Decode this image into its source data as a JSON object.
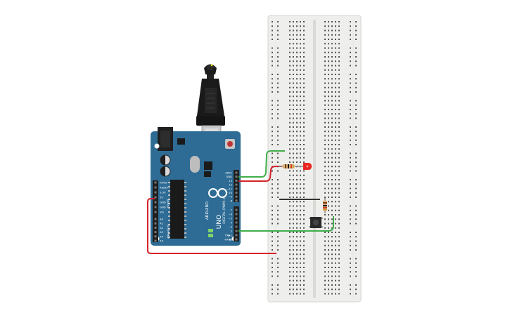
{
  "arduino": {
    "brand": "ARDUINO",
    "model": "UNO",
    "digital_title": "DIGITAL (PWM~)",
    "power_title": "POWER",
    "analog_title": "ANALOG IN",
    "top_pins": [
      "AREF",
      "GND",
      "13",
      "12",
      "~11",
      "~10",
      "~9",
      "8"
    ],
    "bottom_pins": [
      "7",
      "~6",
      "~5",
      "4",
      "~3",
      "2",
      "TX▶1",
      "RX◀0"
    ],
    "power_pins": [
      "IOREF",
      "RESET",
      "3.3V",
      "5V",
      "GND",
      "GND",
      "Vin"
    ],
    "analog_pins": [
      "A0",
      "A1",
      "A2",
      "A3",
      "A4",
      "A5"
    ]
  },
  "colors": {
    "board": "#2e6c95",
    "breadboard": "#eeeeec",
    "wire_green": "#3fae49",
    "wire_red": "#d3232c",
    "wire_black": "#333333",
    "led": "#e8251e"
  },
  "components": {
    "led": "red-led",
    "resistors": [
      "led-resistor",
      "button-pulldown-resistor"
    ],
    "button": "push-button",
    "usb": "usb-cable"
  }
}
